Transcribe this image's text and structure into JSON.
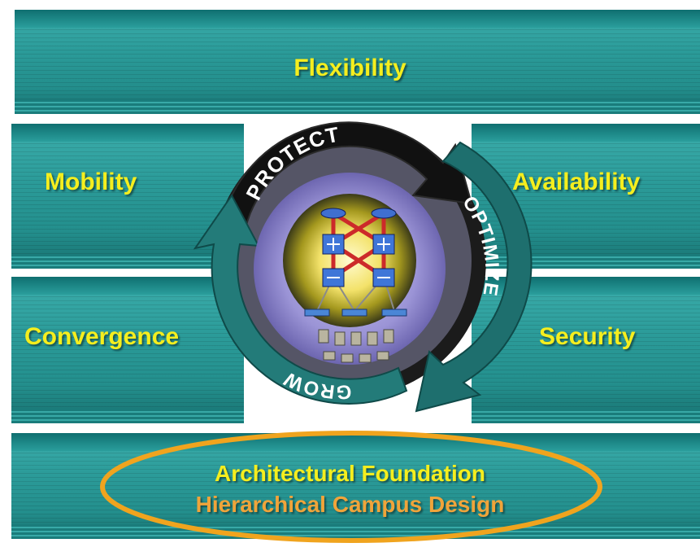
{
  "pillars": {
    "top": "Flexibility",
    "left_upper": "Mobility",
    "right_upper": "Availability",
    "left_lower": "Convergence",
    "right_lower": "Security"
  },
  "foundation": {
    "title": "Architectural Foundation",
    "subtitle": "Hierarchical Campus Design"
  },
  "cycle": {
    "protect": "PROTECT",
    "optimize": "OPTIMIZE",
    "grow": "GROW"
  },
  "colors": {
    "teal": "#2b9b99",
    "label_yellow": "#f5ee1e",
    "highlight_orange": "#f0a43a",
    "ring_dark": "#0f2a2a"
  }
}
